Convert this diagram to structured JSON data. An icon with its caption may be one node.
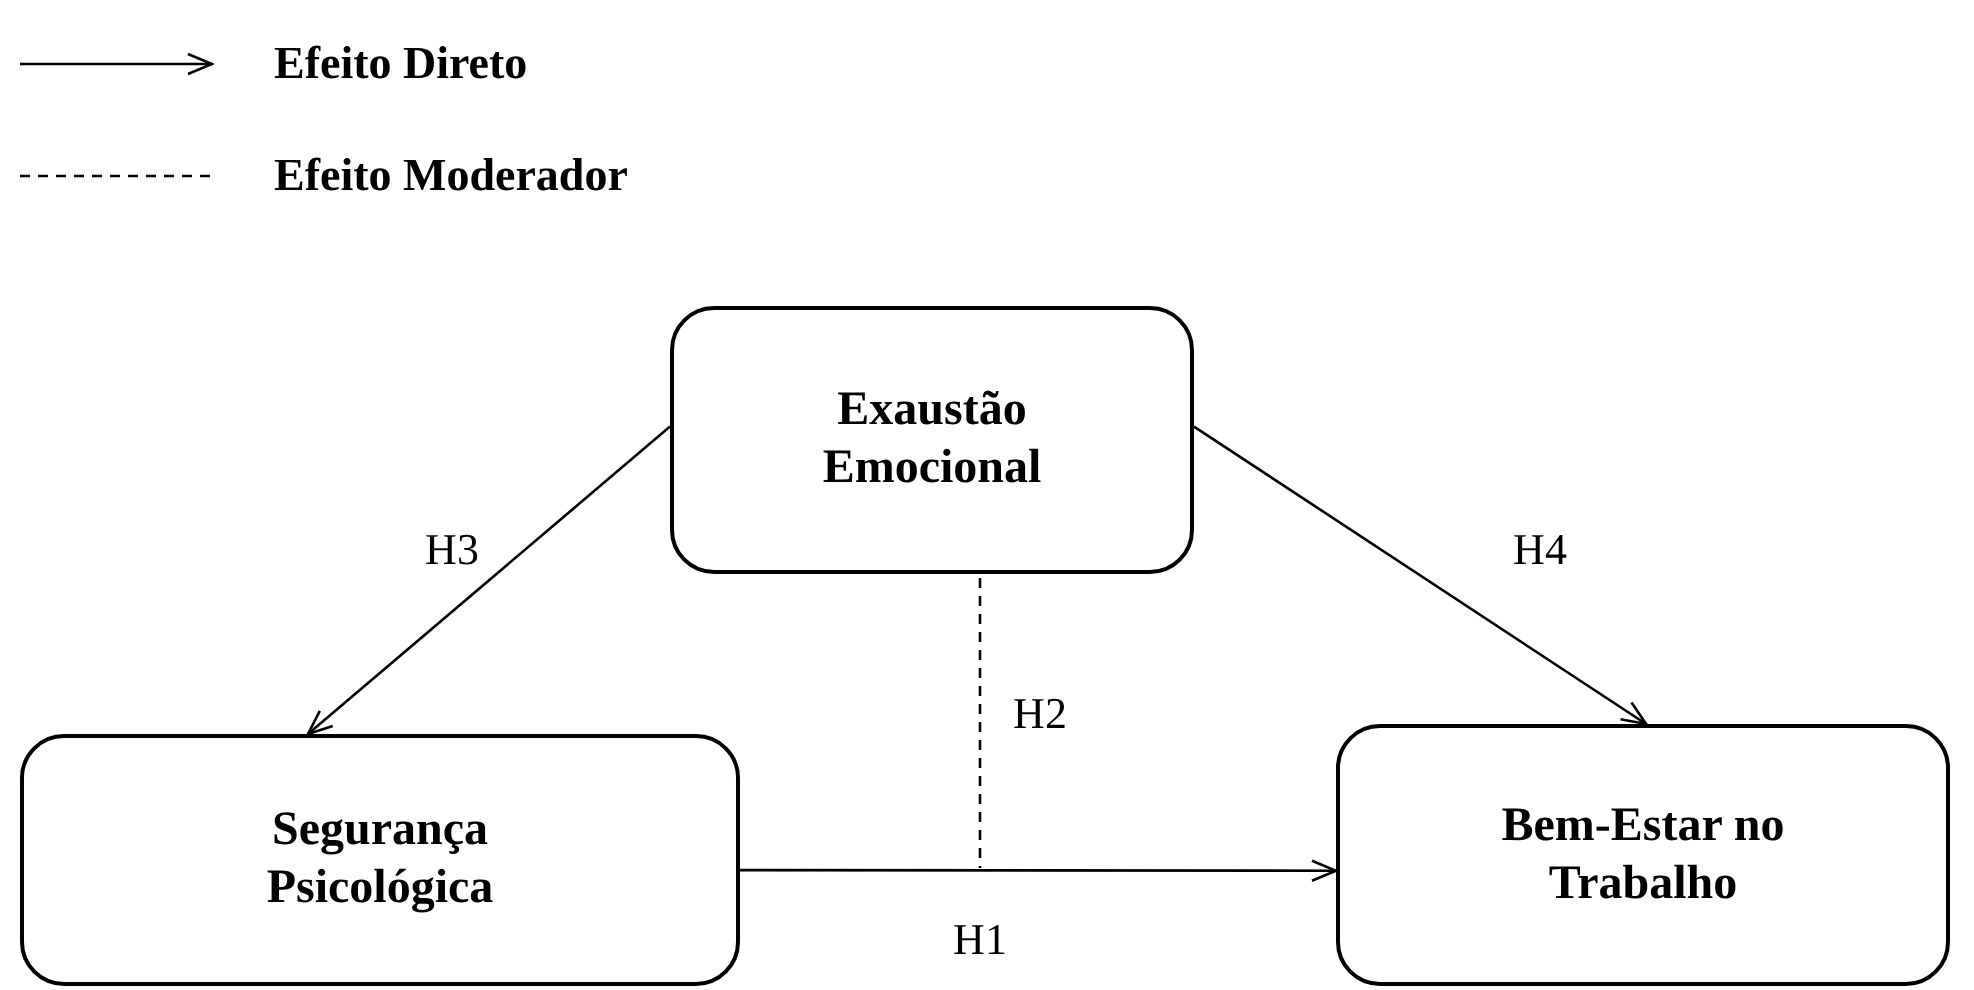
{
  "diagram": {
    "nodes": [
      {
        "text": [
          "Exaustão Emocional"
        ]
      },
      {
        "text": [
          "Segurança Psicológica"
        ]
      },
      {
        "text": [
          "Bem-Estar no Trabalho"
        ]
      }
    ],
    "edges": [
      {
        "from": 0,
        "to": 1,
        "arrow": "to",
        "label": "H3"
      },
      {
        "from": 0,
        "to": 2,
        "arrow": "to",
        "label": "H4"
      },
      {
        "from": 0,
        "to": null,
        "arrow": "none",
        "label": "H2",
        "style": "dashed"
      },
      {
        "from": 1,
        "to": 2,
        "arrow": "to",
        "label": "H1"
      }
    ],
    "legend": [
      {
        "text": "Efeito Direto"
      },
      {
        "text": "Efeito Moderador"
      }
    ]
  }
}
